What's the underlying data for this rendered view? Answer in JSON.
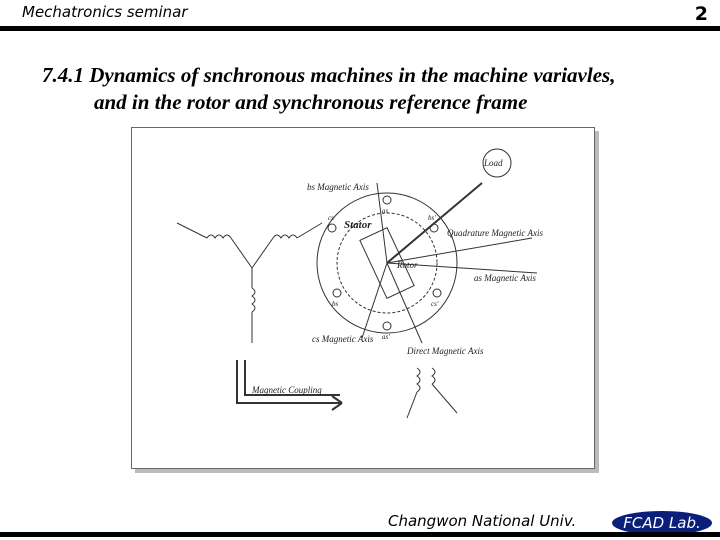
{
  "header": {
    "course": "Mechatronics seminar",
    "page_number": "2"
  },
  "title": {
    "line1": "7.4.1 Dynamics of snchronous machines in the machine variavles,",
    "line2": "and in the rotor and synchronous reference frame"
  },
  "figure": {
    "labels": {
      "load": "Load",
      "bs_axis": "bs Magnetic Axis",
      "quadrature_axis": "Quadrature Magnetic Axis",
      "stator": "Stator",
      "as_axis": "as Magnetic Axis",
      "cs_axis": "cs Magnetic Axis",
      "direct_axis": "Direct Magnetic Axis",
      "magnetic_coupling": "Magnetic Coupling",
      "rotor": "Rotor",
      "as": "as",
      "bs": "bs",
      "cs": "cs",
      "as_prime": "as'",
      "bs_prime": "bs'",
      "cs_prime": "cs'"
    }
  },
  "footer": {
    "university": "Changwon National Univ.",
    "lab": "FCAD Lab."
  }
}
